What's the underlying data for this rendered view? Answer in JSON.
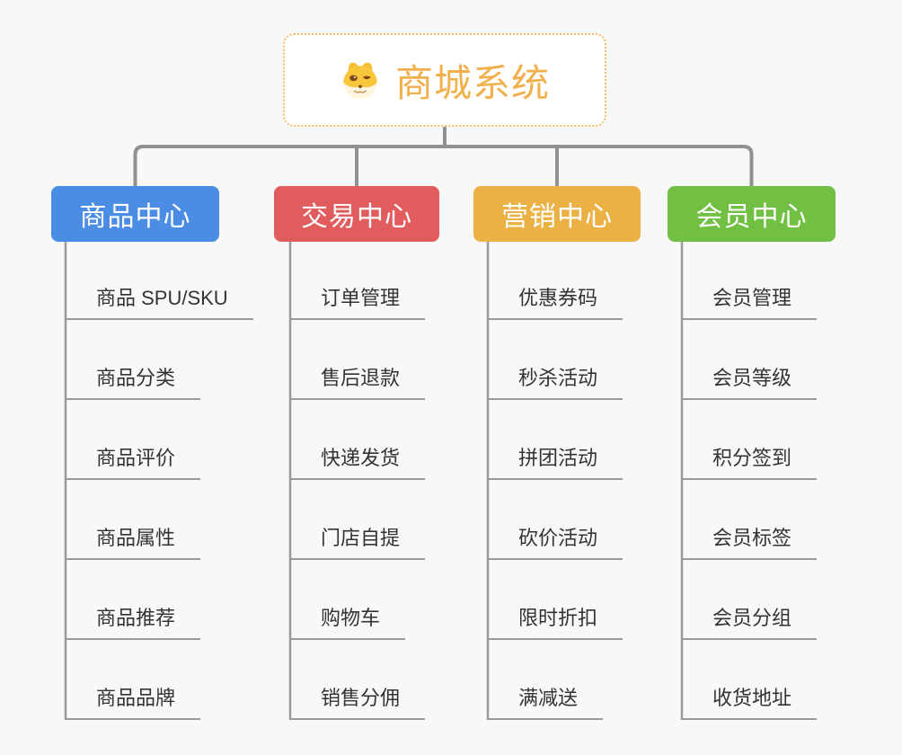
{
  "diagram": {
    "type": "mindmap-org-tree",
    "background_color": "#f8f8f8",
    "connector_color": "#919191"
  },
  "root": {
    "label": "商城系统",
    "icon": "dog-face-icon",
    "text_color": "#F2B04D",
    "border_color": "#F5BB66",
    "background": "#ffffff"
  },
  "branches": [
    {
      "label": "商品中心",
      "color": "#4B8DE4",
      "items": [
        "商品 SPU/SKU",
        "商品分类",
        "商品评价",
        "商品属性",
        "商品推荐",
        "商品品牌"
      ]
    },
    {
      "label": "交易中心",
      "color": "#E15C5C",
      "items": [
        "订单管理",
        "售后退款",
        "快递发货",
        "门店自提",
        "购物车",
        "销售分佣"
      ]
    },
    {
      "label": "营销中心",
      "color": "#ECB144",
      "items": [
        "优惠券码",
        "秒杀活动",
        "拼团活动",
        "砍价活动",
        "限时折扣",
        "满减送"
      ]
    },
    {
      "label": "会员中心",
      "color": "#71C043",
      "items": [
        "会员管理",
        "会员等级",
        "积分签到",
        "会员标签",
        "会员分组",
        "收货地址"
      ]
    }
  ]
}
